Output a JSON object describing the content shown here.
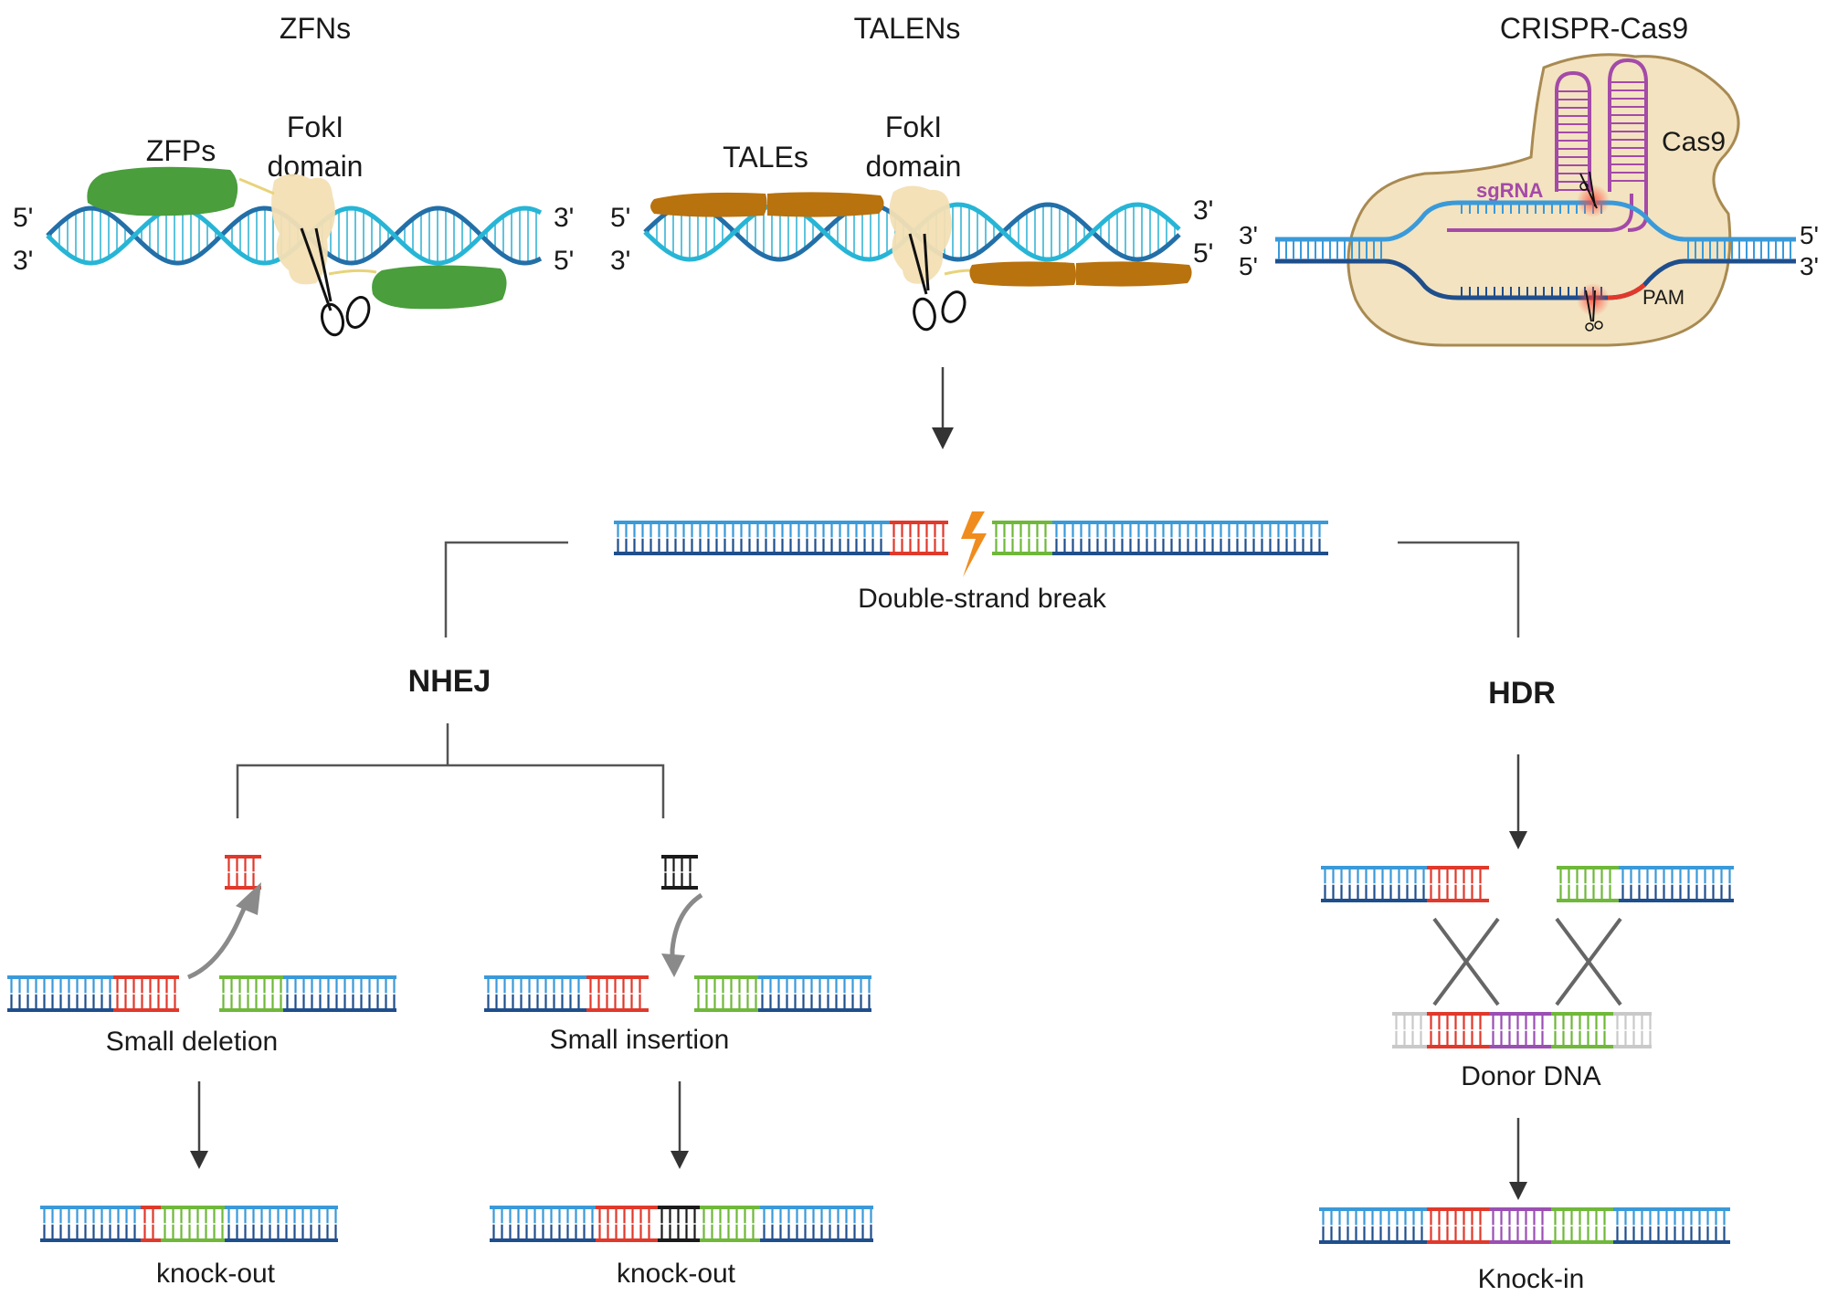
{
  "methods": {
    "zfn": {
      "title": "ZFNs",
      "protein_label": "ZFPs",
      "domain_line1": "FokI",
      "domain_line2": "domain",
      "top_left": "5'",
      "bottom_left": "3'",
      "top_right": "3'",
      "bottom_right": "5'"
    },
    "talen": {
      "title": "TALENs",
      "protein_label": "TALEs",
      "domain_line1": "FokI",
      "domain_line2": "domain",
      "top_left": "5'",
      "bottom_left": "3'",
      "top_right": "3'",
      "bottom_right": "5'"
    },
    "crispr": {
      "title": "CRISPR-Cas9",
      "protein_label": "Cas9",
      "rna_label": "sgRNA",
      "pam_label": "PAM",
      "top_left": "3'",
      "bottom_left": "5'",
      "top_right": "5'",
      "bottom_right": "3'"
    }
  },
  "dsb_label": "Double-strand break",
  "pathways": {
    "nhej": {
      "title": "NHEJ",
      "deletion_label": "Small deletion",
      "insertion_label": "Small insertion",
      "deletion_result": "knock-out",
      "insertion_result": "knock-out"
    },
    "hdr": {
      "title": "HDR",
      "donor_label": "Donor DNA",
      "result": "Knock-in"
    }
  },
  "colors": {
    "dna_top": "#3a9ad9",
    "dna_bottom": "#1f4e8c",
    "helix_a": "#27b5d6",
    "helix_b": "#236fa8",
    "red_segment": "#e0392b",
    "green_segment": "#6fb83a",
    "purple_segment": "#9a4fb3",
    "black_segment": "#1a1a1a",
    "grey_segment": "#c9c9c9",
    "zfp": "#4a9e3c",
    "tale": "#b8720e",
    "foki": "#f3dfb4",
    "cas9": "#f3e3c0",
    "cas9_border": "#a88a52",
    "sgrna": "#a44aa8",
    "bolt": "#f08c1e",
    "connector": "#555555"
  }
}
